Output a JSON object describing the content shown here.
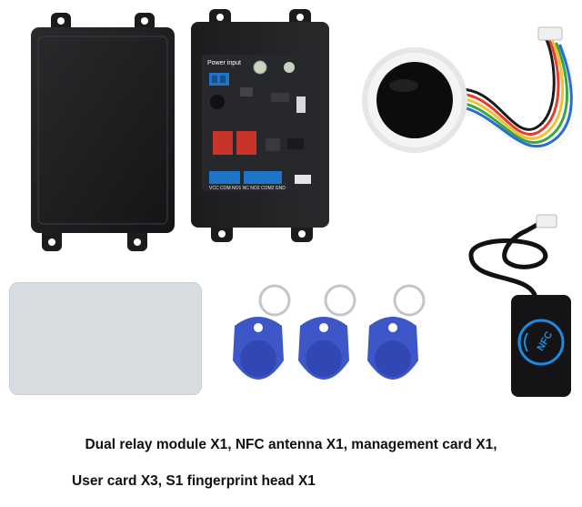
{
  "image": {
    "caption_lines": [
      "Dual relay module X1, NFC antenna X1, management card X1,",
      "User card X3, S1 fingerprint head X1"
    ],
    "pcb_labels": {
      "power_input": "Power input",
      "terminal_labels": "VCC COM NO1 NC NO2 COM2 GND"
    },
    "nfc_label": "NFC",
    "colors": {
      "case_black": "#1b1b1d",
      "pcb_dark": "#26282b",
      "terminal_blue": "#1f73c9",
      "relay_red": "#c8342a",
      "keyfob_blue": "#3d56c8",
      "card_gray": "#d8dde2",
      "nfc_ring": "#1d8be0"
    },
    "items": [
      "black-enclosure-lid",
      "relay-module-board",
      "fingerprint-sensor-head",
      "nfc-antenna-reader",
      "management-card",
      "rfid-keyfob-1",
      "rfid-keyfob-2",
      "rfid-keyfob-3"
    ]
  }
}
